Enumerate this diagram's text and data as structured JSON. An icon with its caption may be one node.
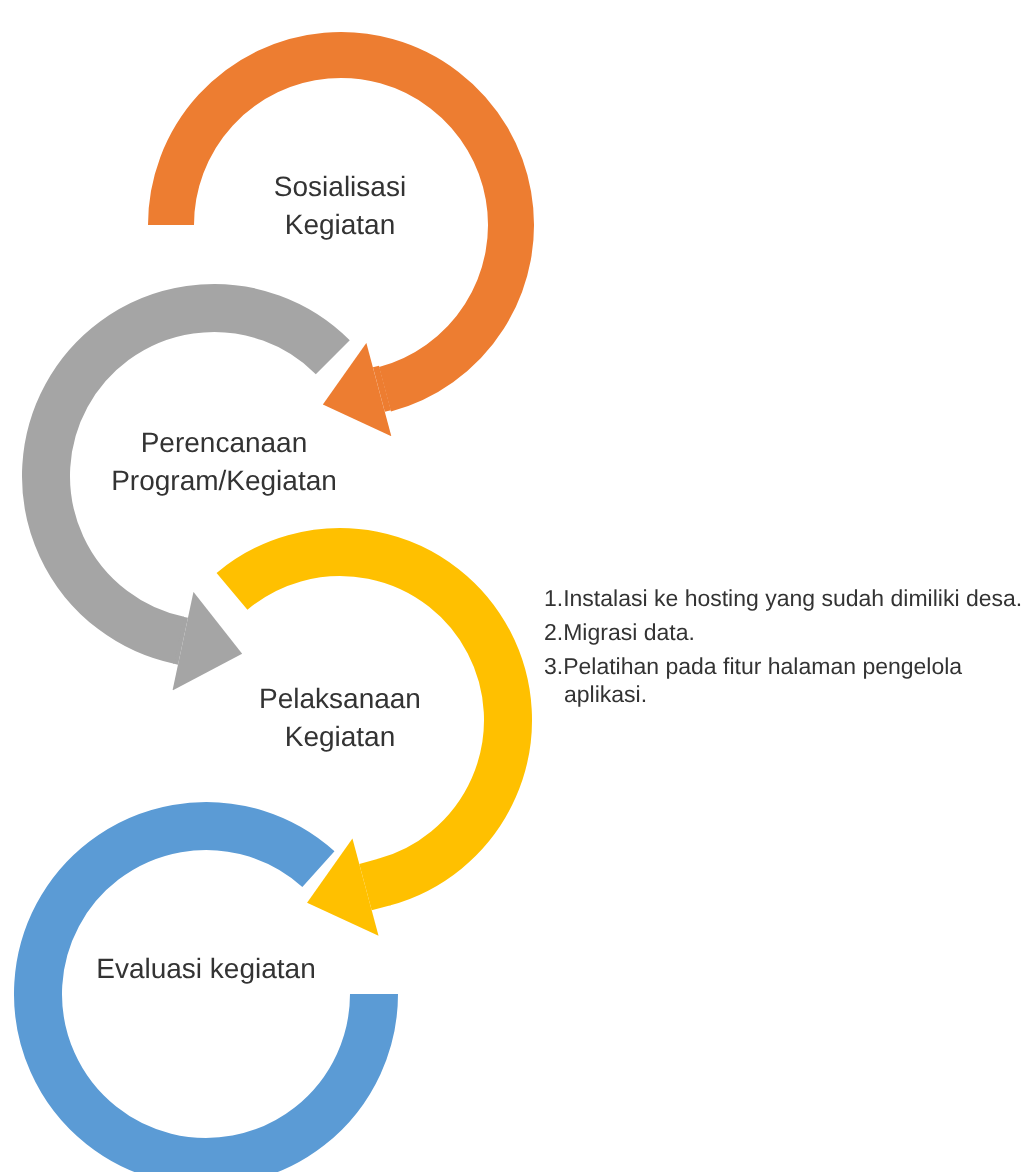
{
  "diagram": {
    "nodes": [
      {
        "text": [
          "Sosialisasi Kegiatan"
        ]
      },
      {
        "text": [
          "Perencanaan Program/Kegiatan"
        ]
      },
      {
        "text": [
          "Pelaksanaan Kegiatan"
        ],
        "beside": [
          "1.Instalasi ke hosting yang sudah dimiliki desa.",
          "2.Migrasi data.",
          "3.Pelatihan pada fitur halaman pengelola aplikasi."
        ]
      },
      {
        "text": [
          "Evaluasi kegiatan"
        ]
      }
    ],
    "edges": [
      {
        "from": 0,
        "to": 1,
        "arrow": "to",
        "color": "#ed7d31"
      },
      {
        "from": 1,
        "to": 2,
        "arrow": "to",
        "color": "#a5a5a5"
      },
      {
        "from": 2,
        "to": 3,
        "arrow": "to",
        "color": "#ffc000"
      }
    ]
  }
}
